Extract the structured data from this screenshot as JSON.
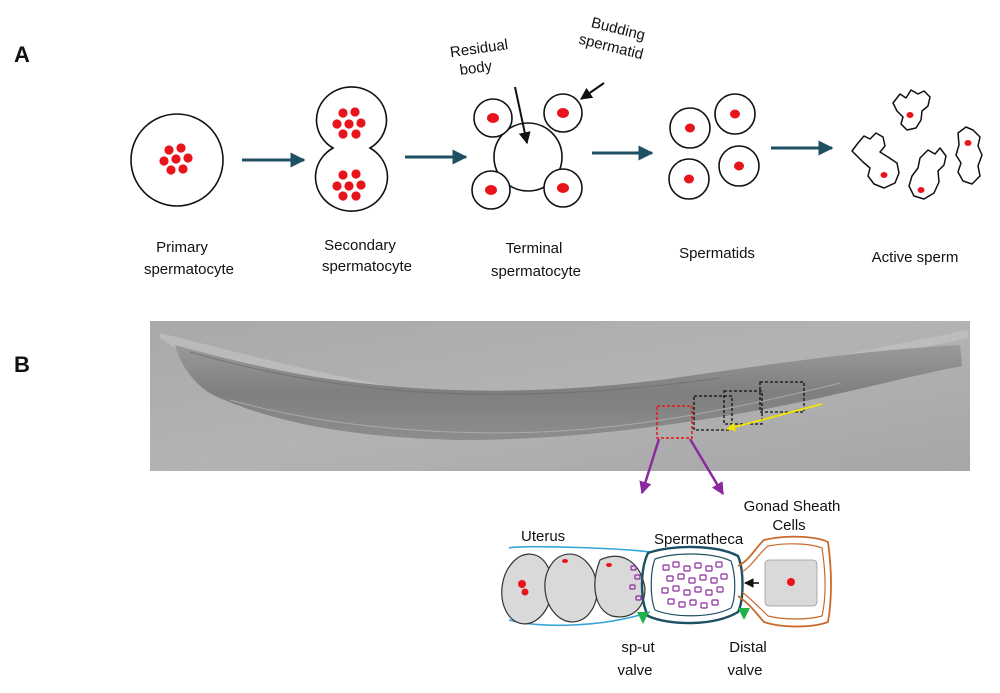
{
  "panels": {
    "a": "A",
    "b": "B"
  },
  "stages": {
    "primary": [
      "Primary",
      "spermatocyte"
    ],
    "secondary": [
      "Secondary",
      "spermatocyte"
    ],
    "terminal": [
      "Terminal",
      "spermatocyte"
    ],
    "spermatids": [
      "Spermatids"
    ],
    "active": [
      "Active sperm"
    ]
  },
  "annotations": {
    "residual": [
      "Residual",
      "body"
    ],
    "budding": [
      "Budding",
      "spermatid"
    ]
  },
  "anatomy": {
    "uterus": [
      "Uterus"
    ],
    "spermatheca": [
      "Spermatheca"
    ],
    "gonad_sheath": [
      "Gonad Sheath",
      "Cells"
    ],
    "sput_valve": [
      "sp-ut",
      "valve"
    ],
    "distal_valve": [
      "Distal",
      "valve"
    ]
  },
  "colors": {
    "nucleus": "#e8141b",
    "arrow": "#1f4f63",
    "purple": "#8b2a9e",
    "yellow": "#f2e600",
    "uterus_outline": "#36a6d6",
    "spermatheca_outline": "#1f4f63",
    "sheath_outline": "#c96a2b",
    "valve": "#22b04a",
    "cell_fill": "#d9d9d9"
  }
}
